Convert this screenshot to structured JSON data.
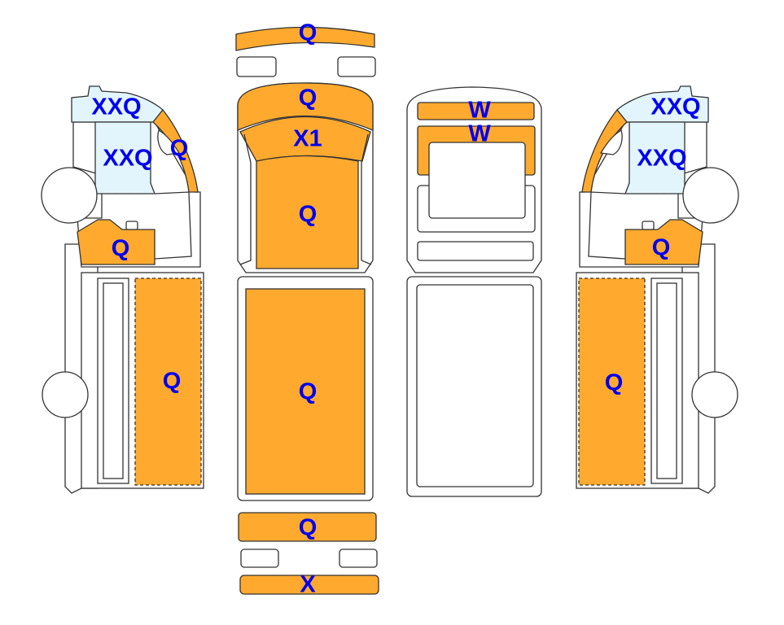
{
  "colors": {
    "damage_fill": "#FFAA2E",
    "glass_fill": "#E2F5FC",
    "label": "#0000EE"
  },
  "left_view": {
    "labels": [
      "XXQ",
      "XXQ",
      "Q",
      "Q",
      "Q"
    ]
  },
  "top_view": {
    "labels": [
      "Q",
      "Q",
      "X1",
      "Q",
      "Q",
      "Q",
      "X"
    ]
  },
  "front_view": {
    "labels": [
      "W",
      "W"
    ]
  },
  "right_view": {
    "labels": [
      "XXQ",
      "XXQ",
      "Q",
      "Q"
    ]
  }
}
